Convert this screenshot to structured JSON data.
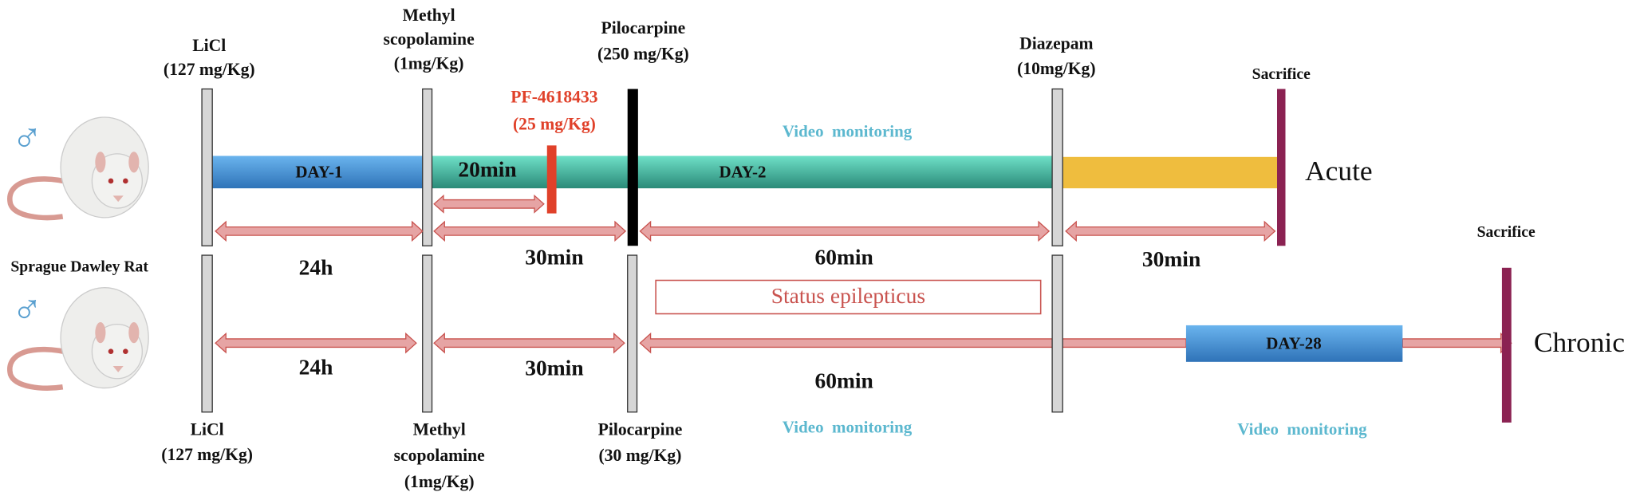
{
  "colors": {
    "day_bar": "#4a90d0",
    "teal_bar": "#3fae9a",
    "yellow_bar": "#efbd3e",
    "pf_red": "#e0412a",
    "sacrifice": "#8b2252",
    "video_text": "#5cb8cf",
    "arrow_fill": "#e6a4a4"
  },
  "animal": {
    "label": "Sprague Dawley Rat",
    "sex_symbol": "♂",
    "icon": "rat-icon"
  },
  "acute": {
    "group": "Acute",
    "licl": {
      "name": "LiCl",
      "dose": "(127 mg/Kg)"
    },
    "methyl": {
      "name1": "Methyl",
      "name2": "scopolamine",
      "dose": "(1mg/Kg)"
    },
    "pf": {
      "name": "PF-4618433",
      "dose": "(25 mg/Kg)"
    },
    "pilocarpine": {
      "name": "Pilocarpine",
      "dose": "(250 mg/Kg)"
    },
    "diazepam": {
      "name": "Diazepam",
      "dose": "(10mg/Kg)"
    },
    "sacrifice": "Sacrifice",
    "video": "Video  monitoring",
    "day1": "DAY-1",
    "day2": "DAY-2",
    "min20": "20min",
    "durations": [
      "24h",
      "30min",
      "60min",
      "30min"
    ]
  },
  "chronic": {
    "group": "Chronic",
    "licl": {
      "name": "LiCl",
      "dose": "(127 mg/Kg)"
    },
    "methyl": {
      "name1": "Methyl",
      "name2": "scopolamine",
      "dose": "(1mg/Kg)"
    },
    "pilocarpine": {
      "name": "Pilocarpine",
      "dose": "(30 mg/Kg)"
    },
    "status": "Status epilepticus",
    "sacrifice": "Sacrifice",
    "video1": "Video  monitoring",
    "video2": "Video  monitoring",
    "day28": "DAY-28",
    "durations": [
      "24h",
      "30min",
      "60min"
    ]
  }
}
